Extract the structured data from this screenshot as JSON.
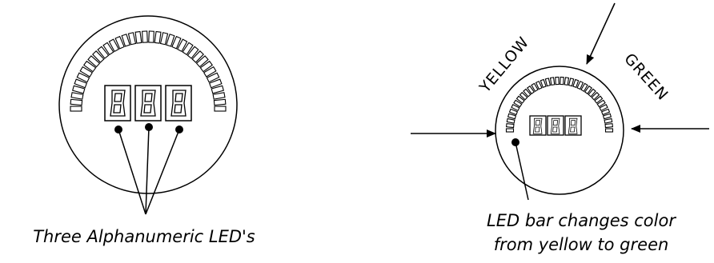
{
  "left_diagram": {
    "caption": "Three Alphanumeric LED's"
  },
  "right_diagram": {
    "label_yellow": "YELLOW",
    "label_green": "GREEN",
    "caption_line1": "LED bar changes color",
    "caption_line2": "from yellow to green"
  },
  "icons": {
    "seven_segment_digit": "seven-segment-digit-icon",
    "led_bar_segment": "led-bar-segment-icon",
    "pointer_arrow": "arrow-icon"
  },
  "colors": {
    "stroke": "#000000",
    "background": "#ffffff"
  }
}
